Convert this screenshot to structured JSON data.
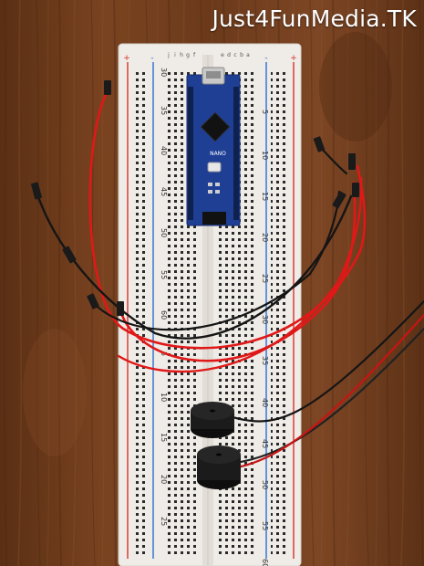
{
  "watermark": "Just4FunMedia.TK",
  "breadboard": {
    "row_numbers": [
      "30",
      "35",
      "40",
      "45",
      "50",
      "55",
      "60",
      "5",
      "10",
      "15",
      "20",
      "25"
    ],
    "rail_marks": [
      "+",
      "-",
      "+",
      "-"
    ],
    "column_letters_left": [
      "j",
      "i",
      "h",
      "g",
      "f"
    ],
    "column_letters_right": [
      "e",
      "d",
      "c",
      "b",
      "a"
    ]
  },
  "board_label": "NANO",
  "colors": {
    "wood": "#6a3a1a",
    "breadboard": "#eeeae4",
    "rail_red": "#d8322a",
    "rail_blue": "#2a6fd6",
    "arduino": "#1f3f95",
    "wire_red": "#e01818",
    "wire_black": "#151515",
    "buzzer": "#1b1b1b"
  }
}
